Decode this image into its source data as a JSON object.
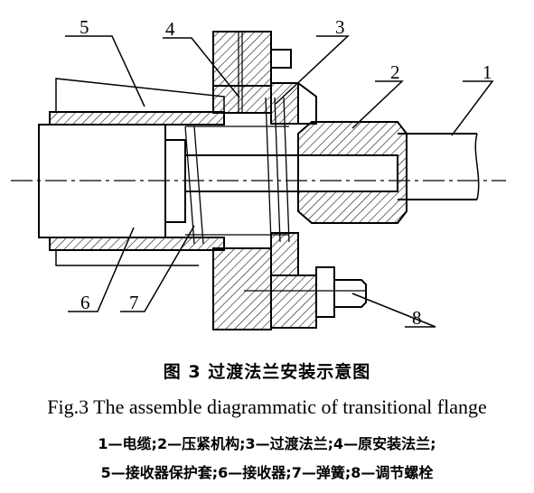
{
  "labels": {
    "l1": "1",
    "l2": "2",
    "l3": "3",
    "l4": "4",
    "l5": "5",
    "l6": "6",
    "l7": "7",
    "l8": "8"
  },
  "caption": {
    "cn_title": "图 3   过渡法兰安装示意图",
    "en_title": "Fig.3   The assemble diagrammatic of transitional flange",
    "legend_line1": "1—电缆;2—压紧机构;3—过渡法兰;4—原安装法兰;",
    "legend_line2": "5—接收器保护套;6—接收器;7—弹簧;8—调节螺栓"
  }
}
